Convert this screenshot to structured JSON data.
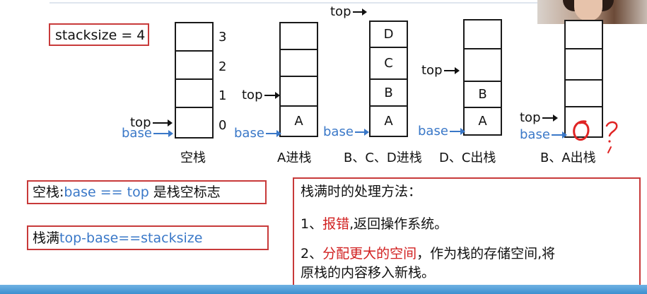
{
  "stacksize_label": "stacksize = 4",
  "indices": [
    "3",
    "2",
    "1",
    "0"
  ],
  "pointers": {
    "top": "top",
    "base": "base"
  },
  "stacks": [
    {
      "caption": "空栈",
      "cells": [
        "",
        "",
        "",
        ""
      ]
    },
    {
      "caption": "A进栈",
      "cells": [
        "",
        "",
        "",
        "A"
      ]
    },
    {
      "caption": "B、C、D进栈",
      "cells": [
        "D",
        "C",
        "B",
        "A"
      ]
    },
    {
      "caption": "D、C出栈",
      "cells": [
        "",
        "",
        "B",
        "A"
      ]
    },
    {
      "caption": "B、A出栈",
      "cells": [
        "",
        "",
        "",
        ""
      ]
    }
  ],
  "empty_box": {
    "prefix": "空栈:",
    "expr": "base == top",
    "suffix": " 是栈空标志"
  },
  "full_box": {
    "prefix": "栈满",
    "expr": "top-base==stacksize"
  },
  "handling": {
    "title": "栈满时的处理方法：",
    "item1_num": "1、",
    "item1_red": "报错",
    "item1_rest": ",返回操作系统。",
    "item2_num": "2、",
    "item2_red": "分配更大的空间",
    "item2_rest": "，作为栈的存储空间,将",
    "item2_line2": "原栈的内容移入新栈。"
  },
  "colors": {
    "accent_red": "#d11f1f",
    "border_red": "#c83a3a",
    "base_blue": "#3a78c8"
  }
}
